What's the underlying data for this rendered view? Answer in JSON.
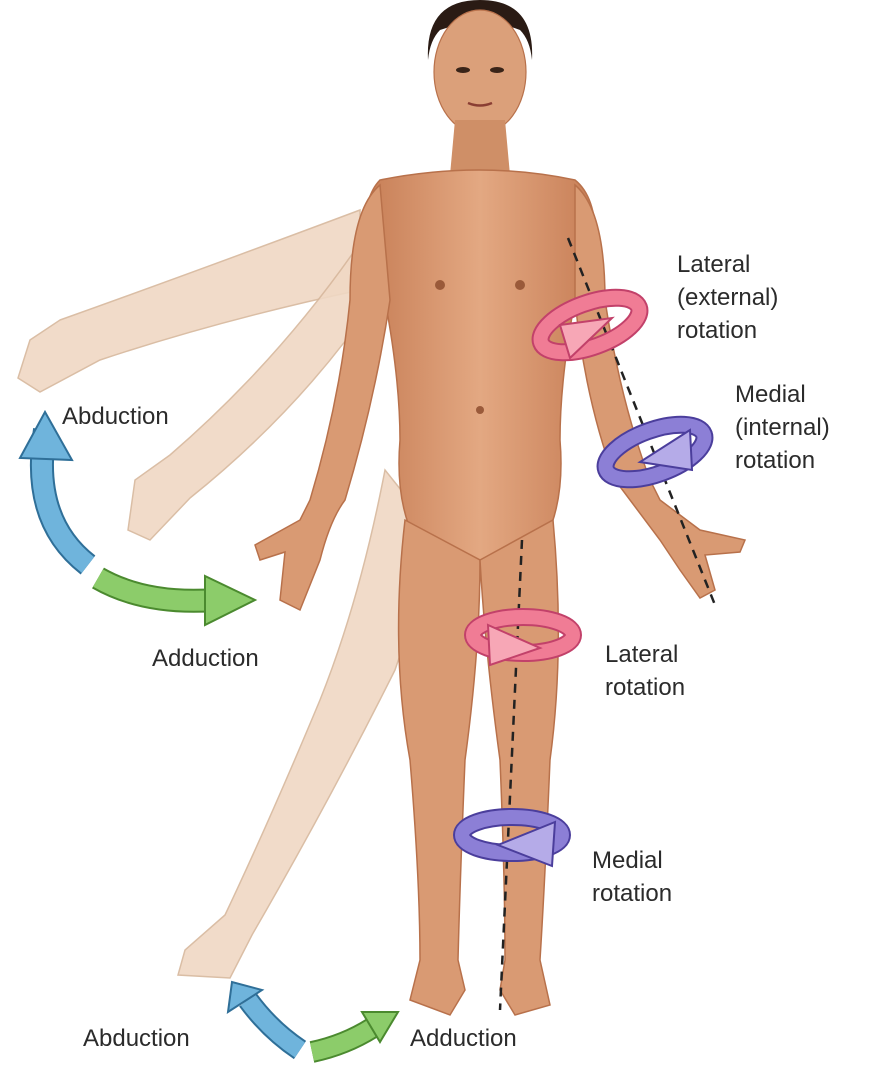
{
  "labels": {
    "arm_abduction": "Abduction",
    "arm_adduction": "Adduction",
    "arm_lateral": [
      "Lateral",
      "(external)",
      "rotation"
    ],
    "arm_medial": [
      "Medial",
      "(internal)",
      "rotation"
    ],
    "leg_lateral": [
      "Lateral",
      "rotation"
    ],
    "leg_medial": [
      "Medial",
      "rotation"
    ],
    "leg_abduction": "Abduction",
    "leg_adduction": "Adduction"
  },
  "colors": {
    "skin": "#d99a73",
    "skin_shadow": "#b8714b",
    "ghost_limb": "#f0d8c4",
    "hair": "#2a1b14",
    "abduction_arrow": "#6fb4dc",
    "adduction_arrow": "#8ccc6a",
    "lateral_rotation_arrow": "#f07c95",
    "medial_rotation_arrow": "#8c7fd6",
    "axis_line": "#222222"
  }
}
